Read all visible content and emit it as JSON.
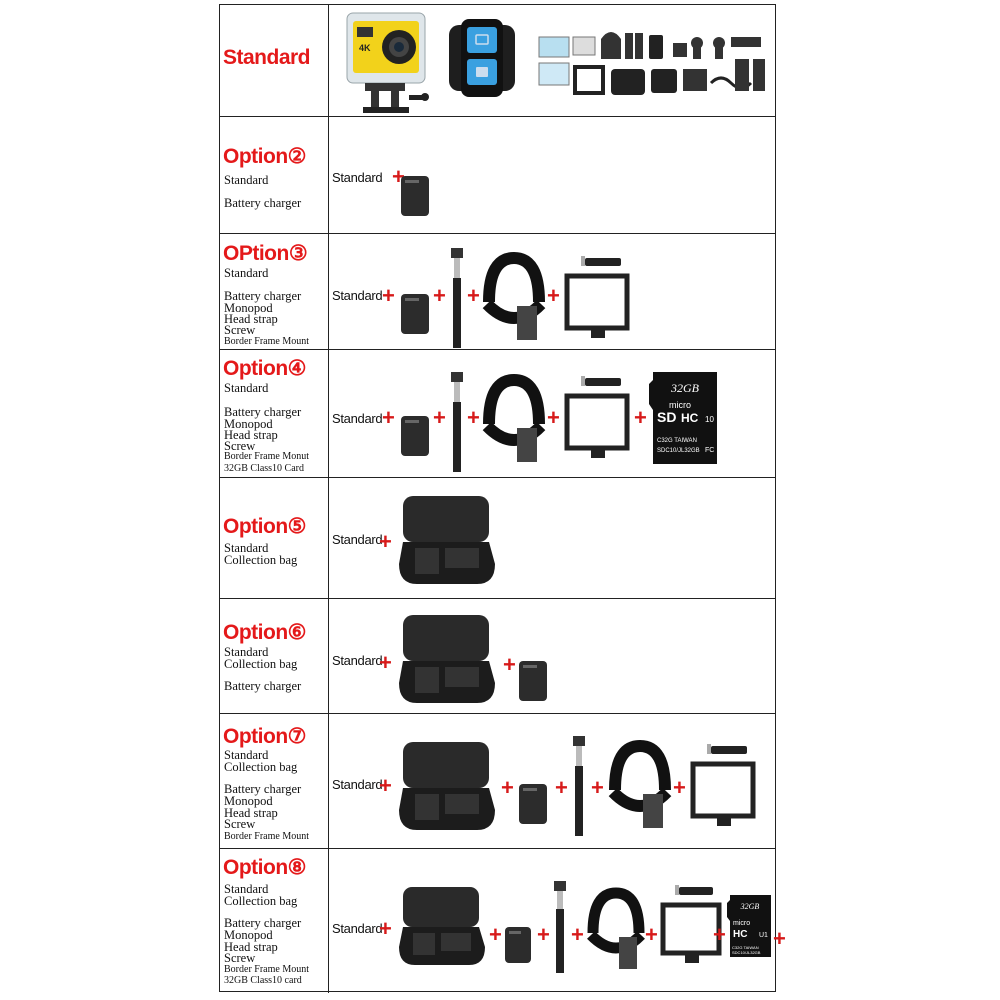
{
  "rows": {
    "standard": {
      "title": "Standard"
    },
    "opt2": {
      "title": "Option②",
      "items": [
        "Standard",
        "Battery charger"
      ]
    },
    "opt3": {
      "title": "OPtion③",
      "items": [
        "Standard",
        "Battery charger",
        "Monopod",
        "Head strap",
        "Screw",
        "Border Frame Mount"
      ]
    },
    "opt4": {
      "title": "Option④",
      "items": [
        "Standard",
        "Battery charger",
        "Monopod",
        "Head strap",
        "Screw",
        "Border Frame Monut",
        "32GB Class10 Card"
      ]
    },
    "opt5": {
      "title": "Option⑤",
      "items": [
        "Standard",
        "Collection bag"
      ]
    },
    "opt6": {
      "title": "Option⑥",
      "items": [
        "Standard",
        "Collection bag",
        "Battery charger"
      ]
    },
    "opt7": {
      "title": "Option⑦",
      "items": [
        "Standard",
        "Collection bag",
        "Battery charger",
        "Monopod",
        "Head strap",
        "Screw",
        "Border Frame Mount"
      ]
    },
    "opt8": {
      "title": "Option⑧",
      "items": [
        "Standard",
        "Collection bag",
        "Battery charger",
        "Monopod",
        "Head strap",
        "Screw",
        "Border Frame Mount",
        "32GB Class10 card"
      ]
    }
  },
  "content": {
    "standard_label": "Standard",
    "plus": "+",
    "camera_badge": "4K",
    "sd_card": {
      "capacity": "32GB",
      "brand": "micro",
      "line1": "SD",
      "line2": "HC",
      "class": "10",
      "uhs": "U1",
      "id": "C32G TAIWAN",
      "code": "SDC10/JL32GB",
      "fc": "FC"
    }
  },
  "colors": {
    "title_red": "#e4191a",
    "plus_red": "#d71a1a",
    "camera_yellow": "#f2d21b",
    "remote_blue": "#3aa0e0"
  }
}
